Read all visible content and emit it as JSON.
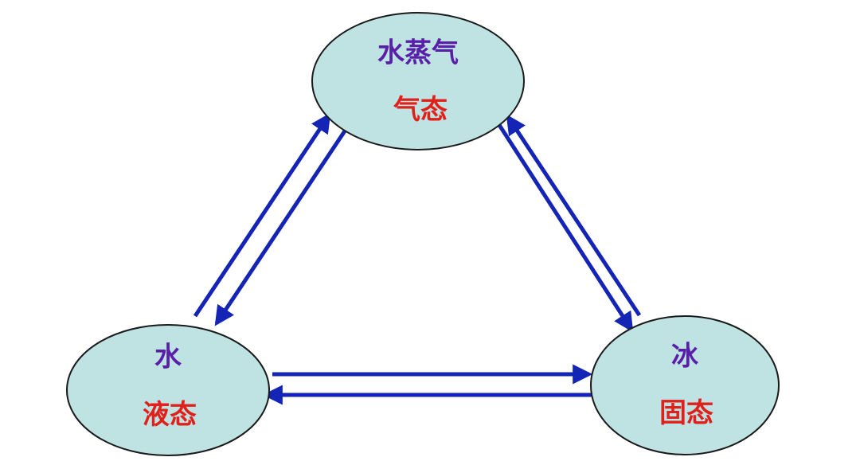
{
  "colors": {
    "node_fill": "#bfe3e3",
    "node_stroke": "#1a1a1a",
    "name_text": "#5a1fa8",
    "state_text": "#e0201a",
    "arrow": "#1424b4"
  },
  "nodes": {
    "vapor": {
      "name": "水蒸气",
      "state": "气态"
    },
    "water": {
      "name": "水",
      "state": "液态"
    },
    "ice": {
      "name": "冰",
      "state": "固态"
    }
  },
  "arrows": [
    {
      "from": "water",
      "to": "vapor"
    },
    {
      "from": "vapor",
      "to": "water"
    },
    {
      "from": "vapor",
      "to": "ice"
    },
    {
      "from": "ice",
      "to": "vapor"
    },
    {
      "from": "water",
      "to": "ice"
    },
    {
      "from": "ice",
      "to": "water"
    }
  ]
}
